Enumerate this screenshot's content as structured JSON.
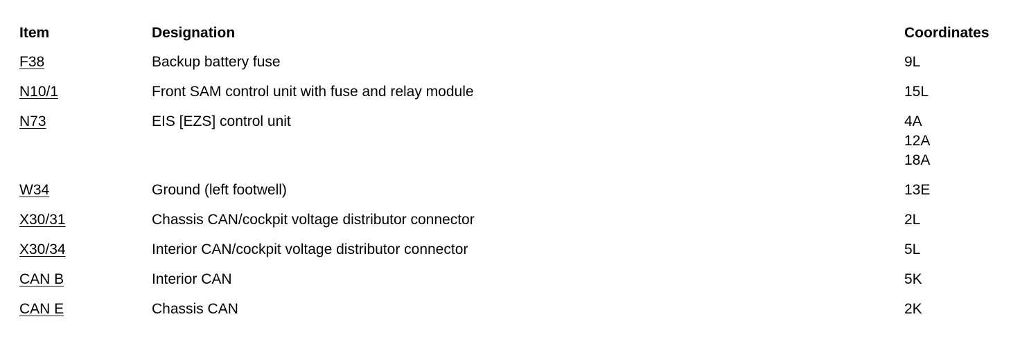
{
  "headers": {
    "item": "Item",
    "designation": "Designation",
    "coordinates": "Coordinates"
  },
  "rows": [
    {
      "item": "F38",
      "designation": "Backup battery fuse",
      "coordinates": [
        "9L"
      ]
    },
    {
      "item": "N10/1",
      "designation": "Front SAM control unit with fuse and relay module",
      "coordinates": [
        "15L"
      ]
    },
    {
      "item": "N73",
      "designation": "EIS [EZS] control unit",
      "coordinates": [
        "4A",
        "12A",
        "18A"
      ]
    },
    {
      "item": "W34",
      "designation": "Ground (left footwell)",
      "coordinates": [
        "13E"
      ]
    },
    {
      "item": "X30/31",
      "designation": "Chassis CAN/cockpit voltage distributor connector",
      "coordinates": [
        "2L"
      ]
    },
    {
      "item": "X30/34",
      "designation": "Interior CAN/cockpit voltage distributor connector",
      "coordinates": [
        "5L"
      ]
    },
    {
      "item": "CAN B",
      "designation": "Interior CAN",
      "coordinates": [
        "5K"
      ]
    },
    {
      "item": "CAN E",
      "designation": "Chassis CAN",
      "coordinates": [
        "2K"
      ]
    }
  ]
}
